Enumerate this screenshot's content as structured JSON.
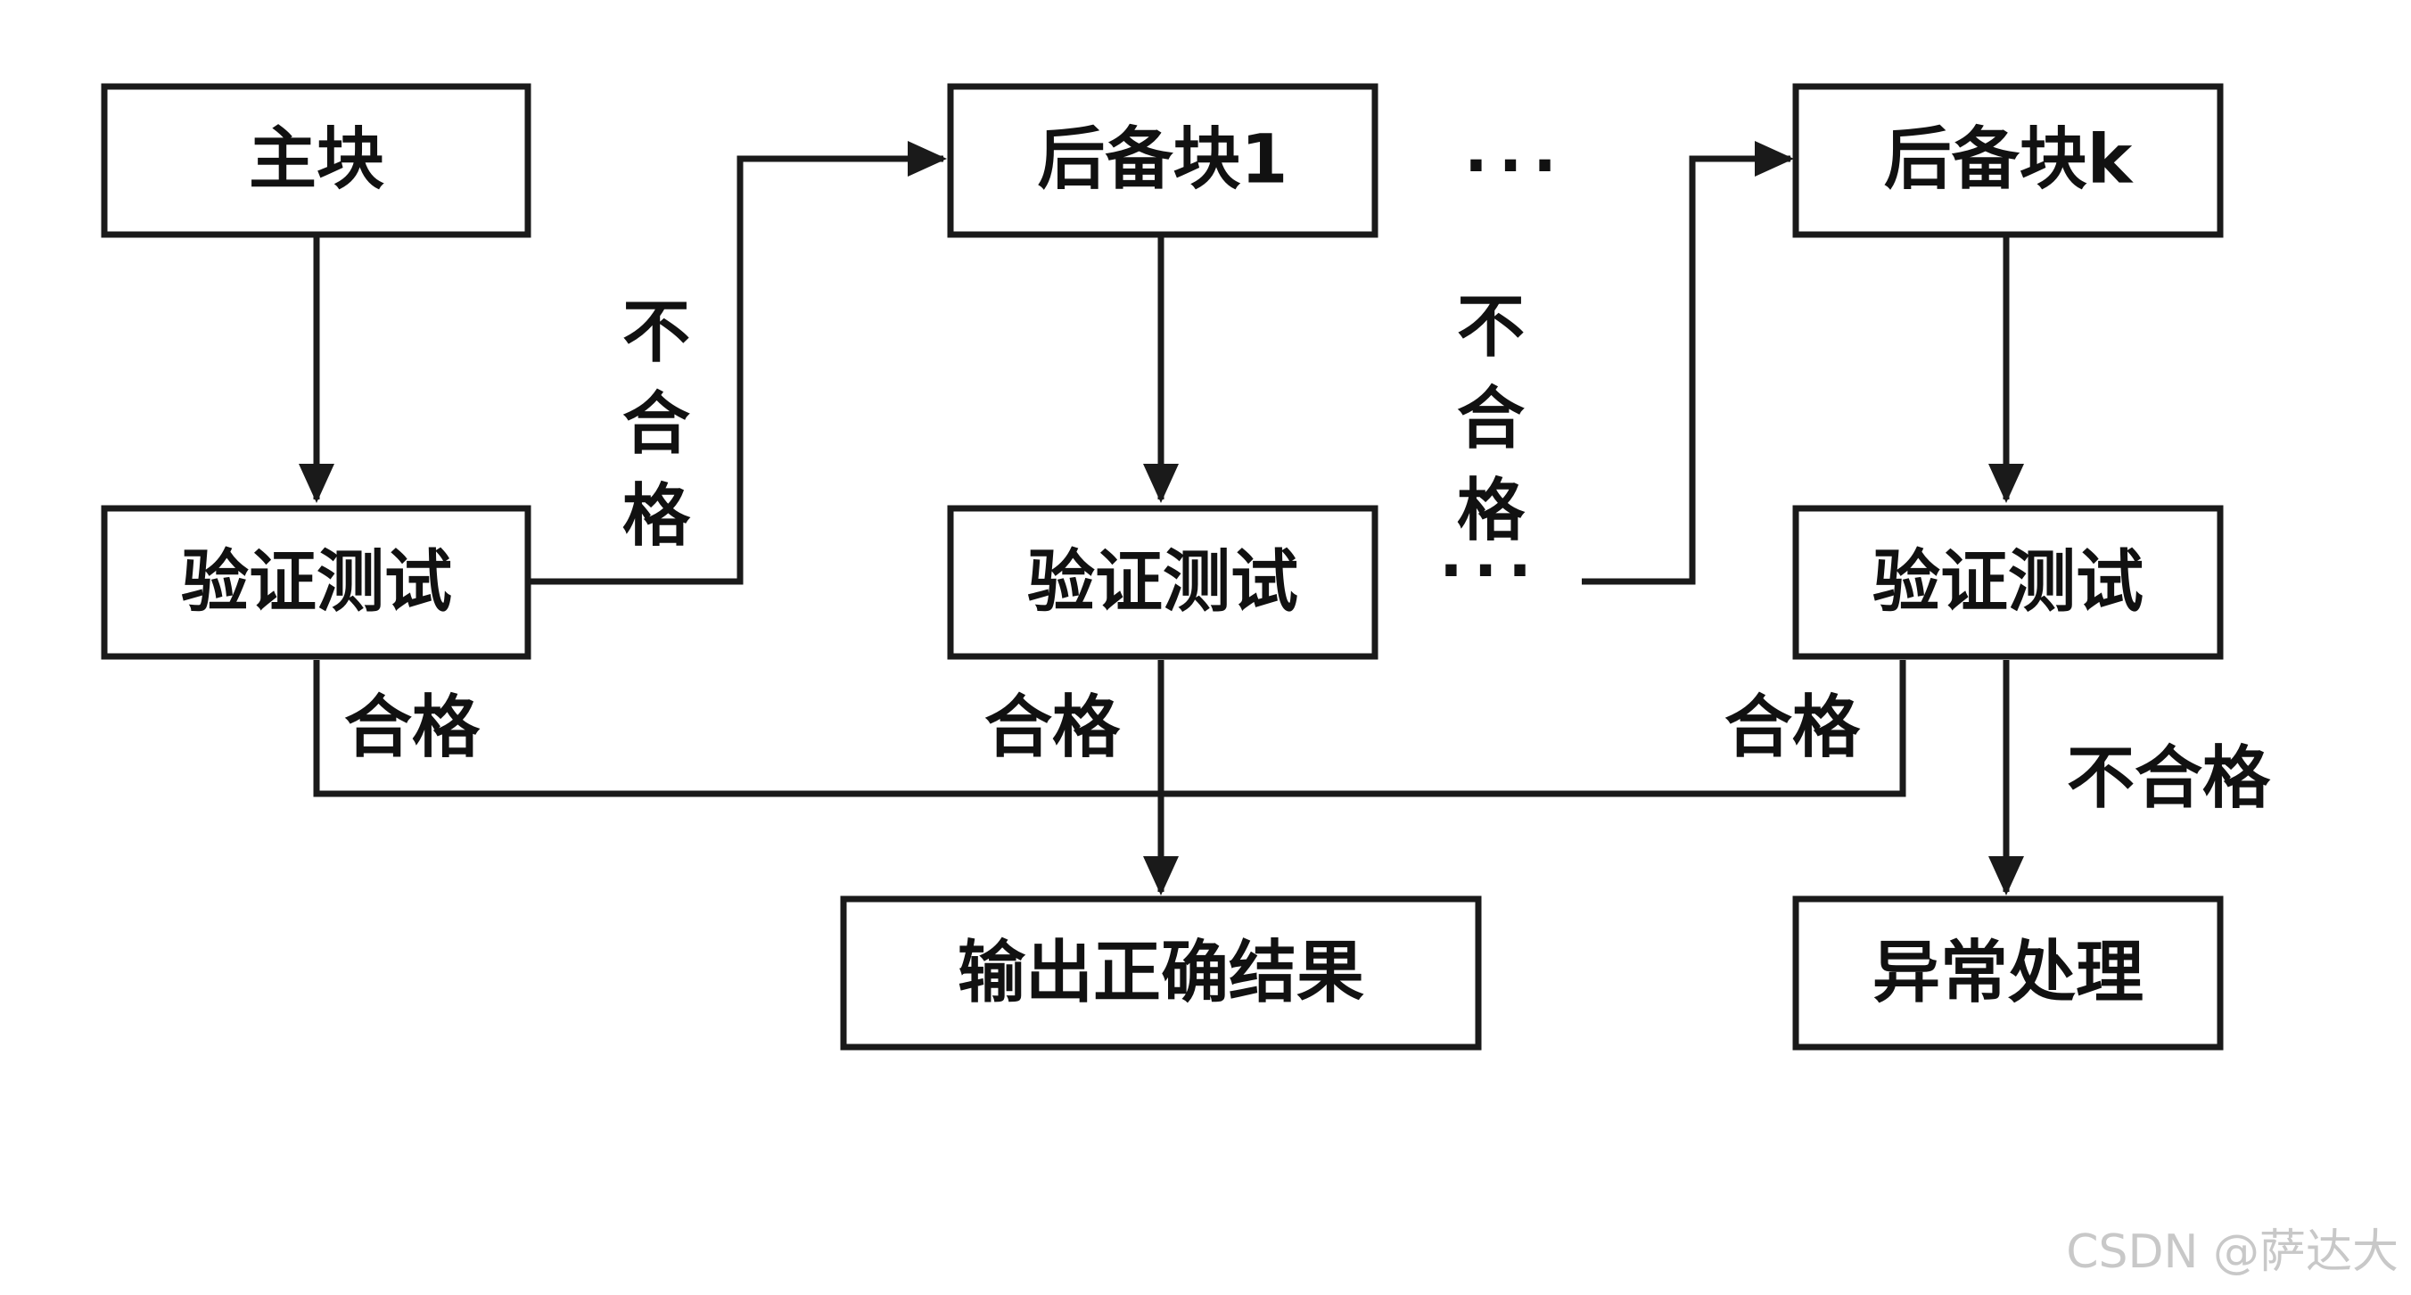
{
  "nodes": {
    "main_block": "主块",
    "backup_block_1": "后备块1",
    "backup_block_k": "后备块k",
    "verify_test_1": "验证测试",
    "verify_test_2": "验证测试",
    "verify_test_3": "验证测试",
    "output_correct_result": "输出正确结果",
    "exception_handling": "异常处理"
  },
  "labels": {
    "fail_1": [
      "不",
      "合",
      "格"
    ],
    "fail_2": [
      "不",
      "合",
      "格"
    ],
    "fail_3": "不合格",
    "pass_1": "合格",
    "pass_2": "合格",
    "pass_3": "合格"
  },
  "ellipsis": {
    "top": "···",
    "middle": "···"
  },
  "watermark": "CSDN @萨达大"
}
